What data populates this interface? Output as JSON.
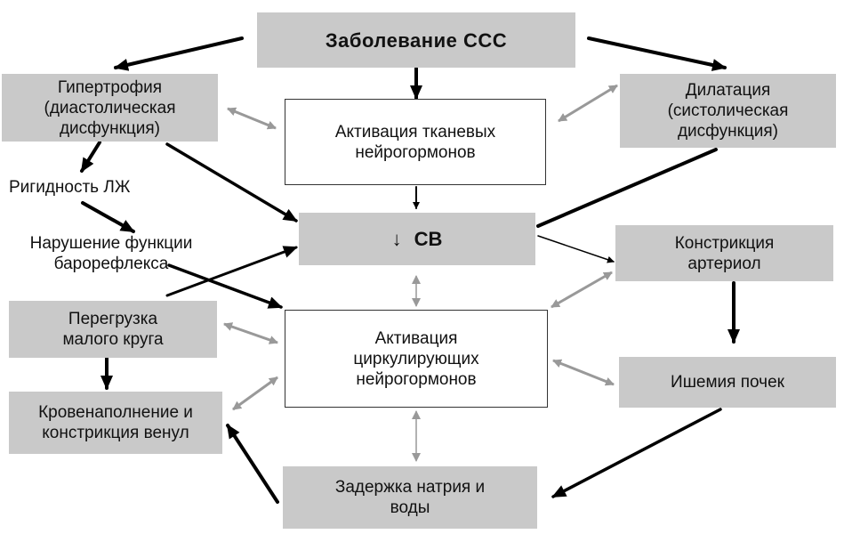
{
  "nodes": {
    "disease_ccc": "Заболевание ССС",
    "hypertrophy": "Гипертрофия\n(диастолическая\nдисфункция)",
    "dilatation": "Дилатация\n(систолическая\nдисфункция)",
    "tissue_activation": "Активация тканевых\nнейрогормонов",
    "lv_rigidity": "Ригидность ЛЖ",
    "sv_arrow": "↓",
    "sv_label": "СВ",
    "baroreflex": "Нарушение функции\nбарорефлекса",
    "arteriole_constriction": "Констрикция\nартериол",
    "small_circle_overload": "Перегрузка\nмалого круга",
    "circulating_activation": "Активация\nциркулирующих\nнейрогормонов",
    "kidney_ischemia": "Ишемия почек",
    "venule_constriction": "Кровенаполнение и\nконстрикция венул",
    "sodium_retention": "Задержка натрия и\nводы"
  }
}
